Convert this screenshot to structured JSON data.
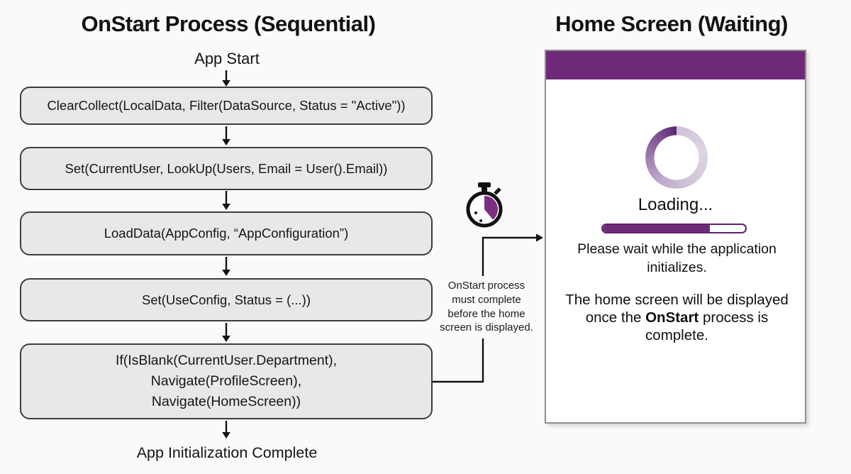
{
  "left_panel": {
    "title": "OnStart Process (Sequential)",
    "start_label": "App Start",
    "steps": [
      "ClearCollect(LocalData, Filter(DataSource, Status = \"Active\"))",
      "Set(CurrentUser, LookUp(Users, Email = User().Email))",
      "LoadData(AppConfig, “AppConfiguration”)",
      "Set(UseConfig, Status = (...))",
      "If(IsBlank(CurrentUser.Department),\nNavigate(ProfileScreen),\nNavigate(HomeScreen))"
    ],
    "end_label": "App Initialization Complete"
  },
  "connector_note": "OnStart process\nmust complete\nbefore the home\nscreen is displayed.",
  "right_panel": {
    "title": "Home Screen (Waiting)",
    "loading_label": "Loading...",
    "progress_percent": 75,
    "wait_message": "Please wait while the application\ninitializes.",
    "home_note": {
      "pre": "The home screen will be displayed\nonce the ",
      "bold": "OnStart",
      "post": " process is\ncomplete."
    }
  },
  "icons": {
    "stopwatch": "stopwatch-icon (timer with purple elapsed wedge)",
    "spinner": "loading-spinner-icon (purple gradient ring)"
  },
  "colors": {
    "accent_purple": "#6e2a79",
    "wedge_purple": "#7b2f82",
    "spinner_dark": "#5d2a70",
    "spinner_light": "#dcd4e3",
    "box_fill": "#e9e8e6",
    "box_border": "#3d3d3d",
    "panel_border": "#8f8f8f"
  }
}
